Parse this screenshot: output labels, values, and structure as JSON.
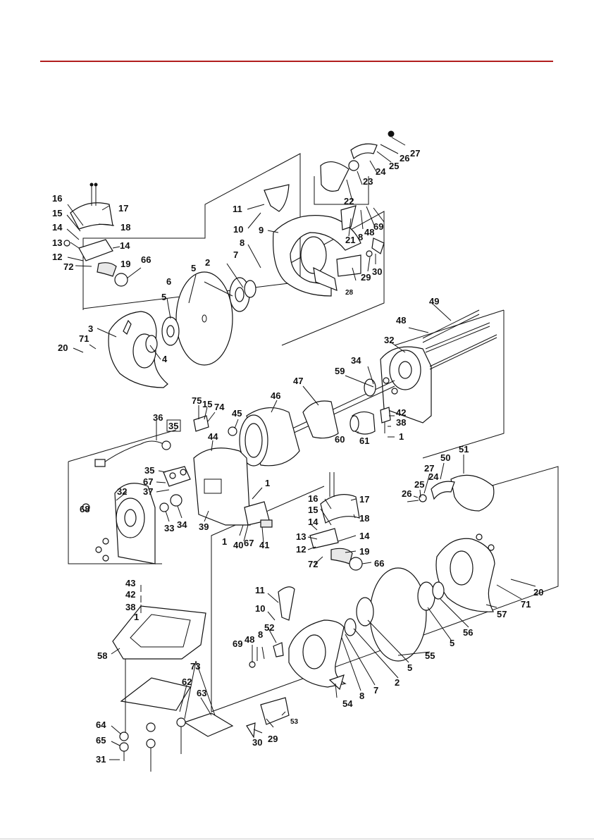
{
  "header": {
    "rule_color": "#b11e1e"
  },
  "diagram": {
    "kind": "exploded-parts-view",
    "callouts": [
      {
        "id": "c27a",
        "text": "27"
      },
      {
        "id": "c26a",
        "text": "26"
      },
      {
        "id": "c25a",
        "text": "25"
      },
      {
        "id": "c24a",
        "text": "24"
      },
      {
        "id": "c23a",
        "text": "23"
      },
      {
        "id": "c22a",
        "text": "22"
      },
      {
        "id": "c21a",
        "text": "21"
      },
      {
        "id": "c8a",
        "text": "8"
      },
      {
        "id": "c48a",
        "text": "48"
      },
      {
        "id": "c69a",
        "text": "69"
      },
      {
        "id": "c30a",
        "text": "30"
      },
      {
        "id": "c29a",
        "text": "29"
      },
      {
        "id": "c28a",
        "text": "28"
      },
      {
        "id": "c11a",
        "text": "11"
      },
      {
        "id": "c10a",
        "text": "10"
      },
      {
        "id": "c9a",
        "text": "9"
      },
      {
        "id": "c8b",
        "text": "8"
      },
      {
        "id": "c7a",
        "text": "7"
      },
      {
        "id": "c2a",
        "text": "2"
      },
      {
        "id": "c5a",
        "text": "5"
      },
      {
        "id": "c6a",
        "text": "6"
      },
      {
        "id": "c5b",
        "text": "5"
      },
      {
        "id": "c3a",
        "text": "3"
      },
      {
        "id": "c4a",
        "text": "4"
      },
      {
        "id": "c20a",
        "text": "20"
      },
      {
        "id": "c71a",
        "text": "71"
      },
      {
        "id": "c16a",
        "text": "16"
      },
      {
        "id": "c15a",
        "text": "15"
      },
      {
        "id": "c14a",
        "text": "14"
      },
      {
        "id": "c13a",
        "text": "13"
      },
      {
        "id": "c12a",
        "text": "12"
      },
      {
        "id": "c72a",
        "text": "72"
      },
      {
        "id": "c17a",
        "text": "17"
      },
      {
        "id": "c18a",
        "text": "18"
      },
      {
        "id": "c14b",
        "text": "14"
      },
      {
        "id": "c19a",
        "text": "19"
      },
      {
        "id": "c66a",
        "text": "66"
      },
      {
        "id": "c49a",
        "text": "49"
      },
      {
        "id": "c48b",
        "text": "48"
      },
      {
        "id": "c32a",
        "text": "32"
      },
      {
        "id": "c34a",
        "text": "34"
      },
      {
        "id": "c59a",
        "text": "59"
      },
      {
        "id": "c47a",
        "text": "47"
      },
      {
        "id": "c46a",
        "text": "46"
      },
      {
        "id": "c45a",
        "text": "45"
      },
      {
        "id": "c75a",
        "text": "75"
      },
      {
        "id": "c15b",
        "text": "15"
      },
      {
        "id": "c74a",
        "text": "74"
      },
      {
        "id": "c36a",
        "text": "36"
      },
      {
        "id": "c35a",
        "text": "35"
      },
      {
        "id": "c44a",
        "text": "44"
      },
      {
        "id": "c60a",
        "text": "60"
      },
      {
        "id": "c61a",
        "text": "61"
      },
      {
        "id": "c42a",
        "text": "42"
      },
      {
        "id": "c38a",
        "text": "38"
      },
      {
        "id": "c1a",
        "text": "1"
      },
      {
        "id": "c35b",
        "text": "35"
      },
      {
        "id": "c67a",
        "text": "67"
      },
      {
        "id": "c37a",
        "text": "37"
      },
      {
        "id": "c32b",
        "text": "32"
      },
      {
        "id": "c33a",
        "text": "33"
      },
      {
        "id": "c34b",
        "text": "34"
      },
      {
        "id": "c39a",
        "text": "39"
      },
      {
        "id": "c68a",
        "text": "68"
      },
      {
        "id": "c1b",
        "text": "1"
      },
      {
        "id": "c1c",
        "text": "1"
      },
      {
        "id": "c40a",
        "text": "40"
      },
      {
        "id": "c67b",
        "text": "67"
      },
      {
        "id": "c41a",
        "text": "41"
      },
      {
        "id": "c16b",
        "text": "16"
      },
      {
        "id": "c15c",
        "text": "15"
      },
      {
        "id": "c14c",
        "text": "14"
      },
      {
        "id": "c13b",
        "text": "13"
      },
      {
        "id": "c12b",
        "text": "12"
      },
      {
        "id": "c72b",
        "text": "72"
      },
      {
        "id": "c17b",
        "text": "17"
      },
      {
        "id": "c18b",
        "text": "18"
      },
      {
        "id": "c14d",
        "text": "14"
      },
      {
        "id": "c19b",
        "text": "19"
      },
      {
        "id": "c66b",
        "text": "66"
      },
      {
        "id": "c27b",
        "text": "27"
      },
      {
        "id": "c50a",
        "text": "50"
      },
      {
        "id": "c51a",
        "text": "51"
      },
      {
        "id": "c26b",
        "text": "26"
      },
      {
        "id": "c25b",
        "text": "25"
      },
      {
        "id": "c24b",
        "text": "24"
      },
      {
        "id": "c43a",
        "text": "43"
      },
      {
        "id": "c42b",
        "text": "42"
      },
      {
        "id": "c38b",
        "text": "38"
      },
      {
        "id": "c1d",
        "text": "1"
      },
      {
        "id": "c58a",
        "text": "58"
      },
      {
        "id": "c11b",
        "text": "11"
      },
      {
        "id": "c10b",
        "text": "10"
      },
      {
        "id": "c52a",
        "text": "52"
      },
      {
        "id": "c69b",
        "text": "69"
      },
      {
        "id": "c48c",
        "text": "48"
      },
      {
        "id": "c8c",
        "text": "8"
      },
      {
        "id": "c54a",
        "text": "54"
      },
      {
        "id": "c8d",
        "text": "8"
      },
      {
        "id": "c7b",
        "text": "7"
      },
      {
        "id": "c2b",
        "text": "2"
      },
      {
        "id": "c5c",
        "text": "5"
      },
      {
        "id": "c55a",
        "text": "55"
      },
      {
        "id": "c5d",
        "text": "5"
      },
      {
        "id": "c56a",
        "text": "56"
      },
      {
        "id": "c57a",
        "text": "57"
      },
      {
        "id": "c71b",
        "text": "71"
      },
      {
        "id": "c20b",
        "text": "20"
      },
      {
        "id": "c73a",
        "text": "73"
      },
      {
        "id": "c62a",
        "text": "62"
      },
      {
        "id": "c63a",
        "text": "63"
      },
      {
        "id": "c64a",
        "text": "64"
      },
      {
        "id": "c65a",
        "text": "65"
      },
      {
        "id": "c31a",
        "text": "31"
      },
      {
        "id": "c53a",
        "text": "53"
      },
      {
        "id": "c30b",
        "text": "30"
      },
      {
        "id": "c29b",
        "text": "29"
      }
    ]
  }
}
